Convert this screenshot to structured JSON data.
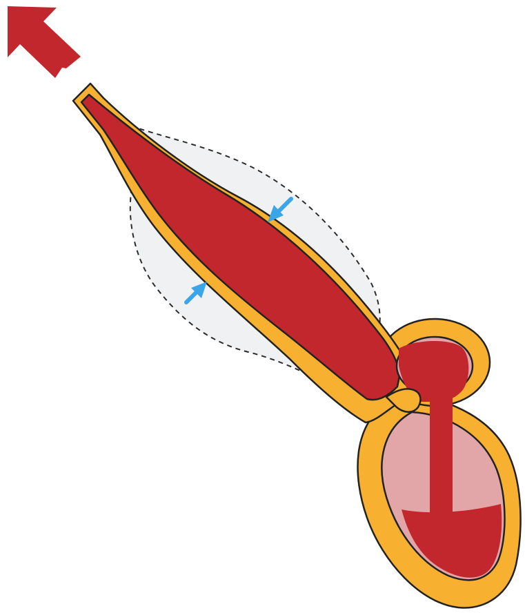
{
  "diagram": {
    "kind": "illustration",
    "elements": [
      "outflow-arrow",
      "expanded-outline-dashed",
      "contracting-tube",
      "inward-arrow-upper",
      "inward-arrow-lower",
      "upper-chamber",
      "lower-chamber"
    ]
  },
  "colors": {
    "background": "#ffffff",
    "wall": "#f7b02f",
    "blood": "#c1272d",
    "chamber_light": "#e3a6a8",
    "outline": "#222222",
    "dashed_fill": "#f0f1f2",
    "dashed_stroke": "#2b2b2b",
    "arrow_blue": "#3aa6e8",
    "outflow_arrow": "#c1272d"
  }
}
